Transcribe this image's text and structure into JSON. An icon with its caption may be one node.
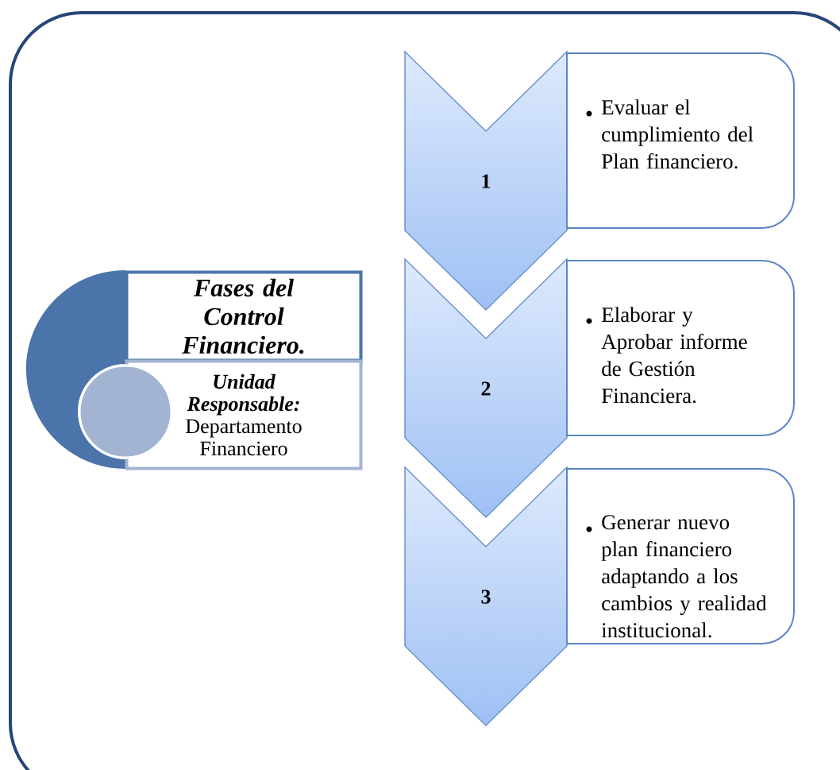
{
  "diagram": {
    "nodes": [
      {
        "text": [],
        "shape": "circle"
      },
      {
        "text": [
          "Fases del Control Financiero."
        ]
      },
      {
        "text": [],
        "shape": "circle"
      },
      {
        "text": [
          "Unidad Responsable:",
          "Departamento Financiero"
        ]
      },
      {
        "text": [
          "1"
        ]
      },
      {
        "text": [
          "Evaluar el cumplimiento del Plan financiero."
        ]
      },
      {
        "text": [
          "2"
        ]
      },
      {
        "text": [
          "Elaborar y Aprobar informe de Gestión Financiera."
        ]
      },
      {
        "text": [
          "3"
        ]
      },
      {
        "text": [
          "Generar nuevo plan financiero adaptando a los cambios  y realidad institucional."
        ]
      }
    ]
  }
}
